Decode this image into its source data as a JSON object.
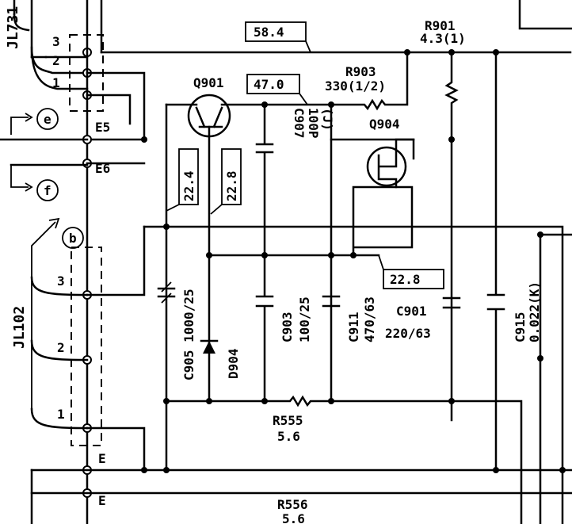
{
  "connectors": {
    "jl731": "JL731",
    "jl102": "JL102",
    "pins_top": [
      "3",
      "2",
      "1"
    ],
    "pins_bottom": [
      "3",
      "2",
      "1"
    ],
    "e5": "E5",
    "e6": "E6",
    "e_a": "E",
    "e_b": "E",
    "ref_e": "e",
    "ref_f": "f",
    "ref_b": "b"
  },
  "voltages": {
    "v1": "58.4",
    "v2": "47.0",
    "v3": "22.4",
    "v4": "22.8",
    "v5": "22.8"
  },
  "components": {
    "r901_name": "R901",
    "r901_value": "4.3(1)",
    "r903_name": "R903",
    "r903_value": "330(1/2)",
    "q901": "Q901",
    "q904": "Q904",
    "c907_name": "C907",
    "c907_value": "100P",
    "c907_tol": "(J)",
    "c905": "C905 1000/25",
    "d904": "D904",
    "c903_name": "C903",
    "c903_value": "100/25",
    "c911_name": "C911",
    "c911_value": "470/63",
    "c901_name": "C901",
    "c901_value": "220/63",
    "c915_name": "C915",
    "c915_value": "0.022(K)",
    "r555_name": "R555",
    "r555_value": "5.6",
    "r556_name": "R556",
    "r556_value": "5.6"
  }
}
